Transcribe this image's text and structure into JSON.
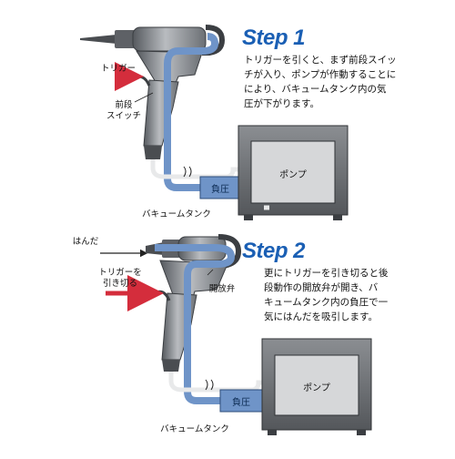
{
  "step1": {
    "title": "Step 1",
    "description": "トリガーを引くと、まず前段スイッ\nチが入り、ポンプが作動することに\nにより、バキュームタンク内の気\n圧が下がります。",
    "trigger_label": "トリガー",
    "switch_label": "前段\nスイッチ",
    "pump_label": "ポンプ",
    "tank_label": "負圧",
    "vacuum_tank_label": "バキュームタンク"
  },
  "step2": {
    "title": "Step 2",
    "description": "更にトリガーを引き切ると後\n段動作の開放弁が開き、バ\nキュームタンク内の負圧で一\n気にはんだを吸引します。",
    "solder_label": "はんだ",
    "trigger_label": "トリガーを\n引き切る",
    "valve_label": "開放弁",
    "pump_label": "ポンプ",
    "tank_label": "負圧",
    "vacuum_tank_label": "バキュームタンク"
  },
  "colors": {
    "accent": "#1a5fb4",
    "tube": "#6f94c8",
    "arrow": "#d42d3c",
    "device_dark": "#6b6f74",
    "device_light": "#c9cbce"
  }
}
